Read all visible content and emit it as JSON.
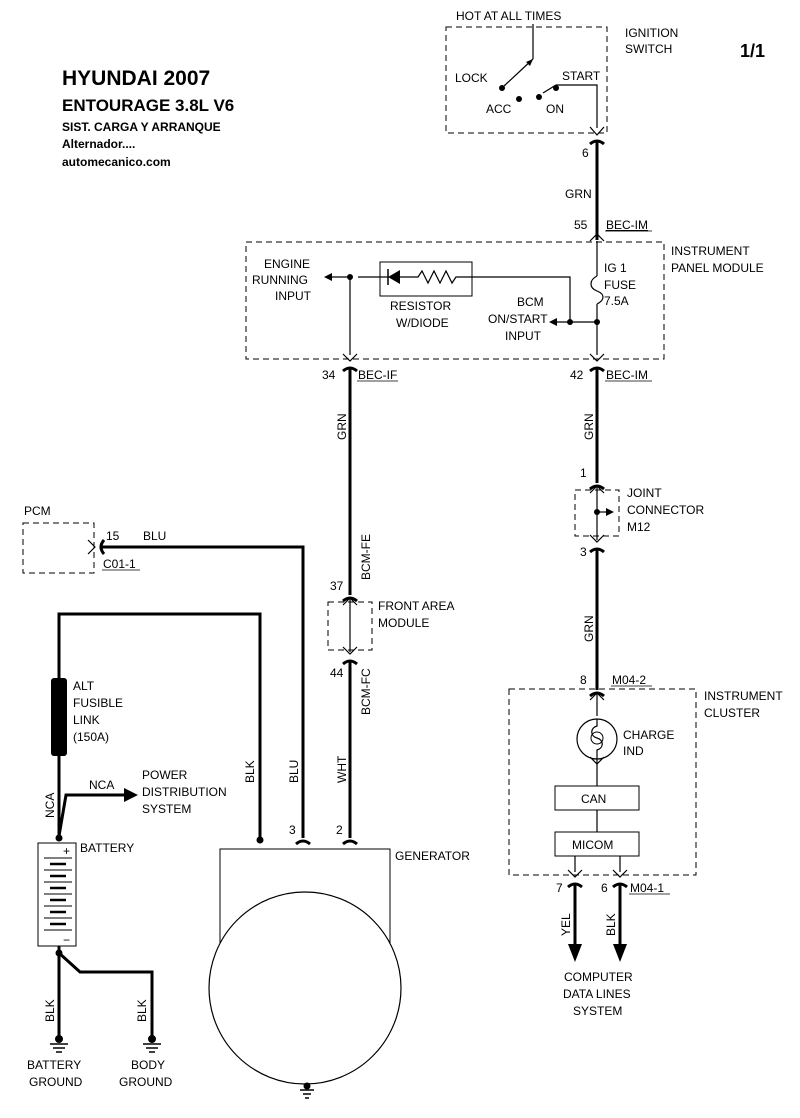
{
  "header": {
    "title_line1": "HYUNDAI 2007",
    "title_line2": "ENTOURAGE  3.8L  V6",
    "subtitle": "SIST. CARGA Y ARRANQUE",
    "section": "Alternador....",
    "website": "automecanico.com",
    "page": "1/1"
  },
  "ignition": {
    "hot_label": "HOT AT ALL TIMES",
    "name_line1": "IGNITION",
    "name_line2": "SWITCH",
    "pos_lock": "LOCK",
    "pos_acc": "ACC",
    "pos_on": "ON",
    "pos_start": "START",
    "pin": "6",
    "wire": "GRN"
  },
  "ipm": {
    "name_line1": "INSTRUMENT",
    "name_line2": "PANEL MODULE",
    "in_pin": "55",
    "in_conn": "BEC-IM",
    "engine_line1": "ENGINE",
    "engine_line2": "RUNNING",
    "engine_line3": "INPUT",
    "resistor_line1": "RESISTOR",
    "resistor_line2": "W/DIODE",
    "fuse_line1": "IG 1",
    "fuse_line2": "FUSE",
    "fuse_line3": "7.5A",
    "bcm_line1": "BCM",
    "bcm_line2": "ON/START",
    "bcm_line3": "INPUT",
    "out_left_pin": "34",
    "out_left_conn": "BEC-IF",
    "out_right_pin": "42",
    "out_right_conn": "BEC-IM"
  },
  "wires": {
    "left_grn": "GRN",
    "right_grn1": "GRN",
    "right_grn2": "GRN",
    "bcm_fe": "BCM-FE",
    "bcm_fc": "BCM-FC",
    "wht": "WHT",
    "blu_top": "BLU",
    "blu_vert": "BLU",
    "blk_gen": "BLK",
    "nca_vert": "NCA",
    "nca_horiz": "NCA",
    "blk_batt": "BLK",
    "blk_body": "BLK",
    "yel": "YEL",
    "blk_cluster": "BLK"
  },
  "joint": {
    "name_line1": "JOINT",
    "name_line2": "CONNECTOR",
    "name_line3": "M12",
    "pin_top": "1",
    "pin_bottom": "3"
  },
  "pcm": {
    "name": "PCM",
    "pin": "15",
    "conn": "C01-1"
  },
  "fam": {
    "name_line1": "FRONT AREA",
    "name_line2": "MODULE",
    "pin_top": "37",
    "pin_bottom": "44"
  },
  "cluster": {
    "name_line1": "INSTRUMENT",
    "name_line2": "CLUSTER",
    "in_pin": "8",
    "in_conn": "M04-2",
    "charge_line1": "CHARGE",
    "charge_line2": "IND",
    "can": "CAN",
    "micom": "MICOM",
    "out_pin_left": "7",
    "out_pin_right": "6",
    "out_conn": "M04-1"
  },
  "computer": {
    "line1": "COMPUTER",
    "line2": "DATA LINES",
    "line3": "SYSTEM"
  },
  "fusible": {
    "line1": "ALT",
    "line2": "FUSIBLE",
    "line3": "LINK",
    "line4": "(150A)"
  },
  "power_dist": {
    "line1": "POWER",
    "line2": "DISTRIBUTION",
    "line3": "SYSTEM"
  },
  "battery": {
    "name": "BATTERY",
    "plus": "+",
    "minus": "−"
  },
  "generator": {
    "name": "GENERATOR",
    "pin3": "3",
    "pin2": "2"
  },
  "grounds": {
    "battery_line1": "BATTERY",
    "battery_line2": "GROUND",
    "body_line1": "BODY",
    "body_line2": "GROUND"
  }
}
